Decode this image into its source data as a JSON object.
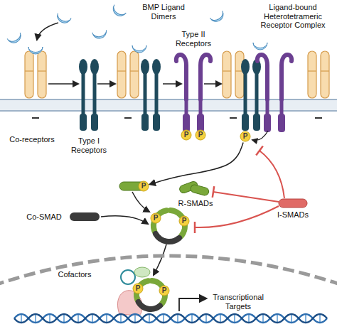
{
  "diagram": {
    "nodes": [
      {
        "text": [
          "P"
        ]
      },
      {
        "text": [
          "P"
        ]
      },
      {
        "text": [
          "P"
        ]
      },
      {
        "text": [
          "P"
        ]
      },
      {
        "text": [
          "P"
        ]
      },
      {
        "text": [
          "P"
        ]
      },
      {
        "text": [
          "P"
        ]
      },
      {
        "text": [
          "P"
        ]
      }
    ],
    "edges": [
      {
        "from": 2,
        "to": 3,
        "arrow": "to"
      }
    ],
    "labels": [
      "BMP Ligand Dimers",
      "Ligand-bound Heterotetrameric Receptor Complex",
      "Type II Receptors",
      "Co-receptors",
      "Type I Receptors",
      "R-SMADs",
      "Co-SMAD",
      "I-SMADs",
      "Cofactors",
      "Transcriptional Targets"
    ]
  }
}
